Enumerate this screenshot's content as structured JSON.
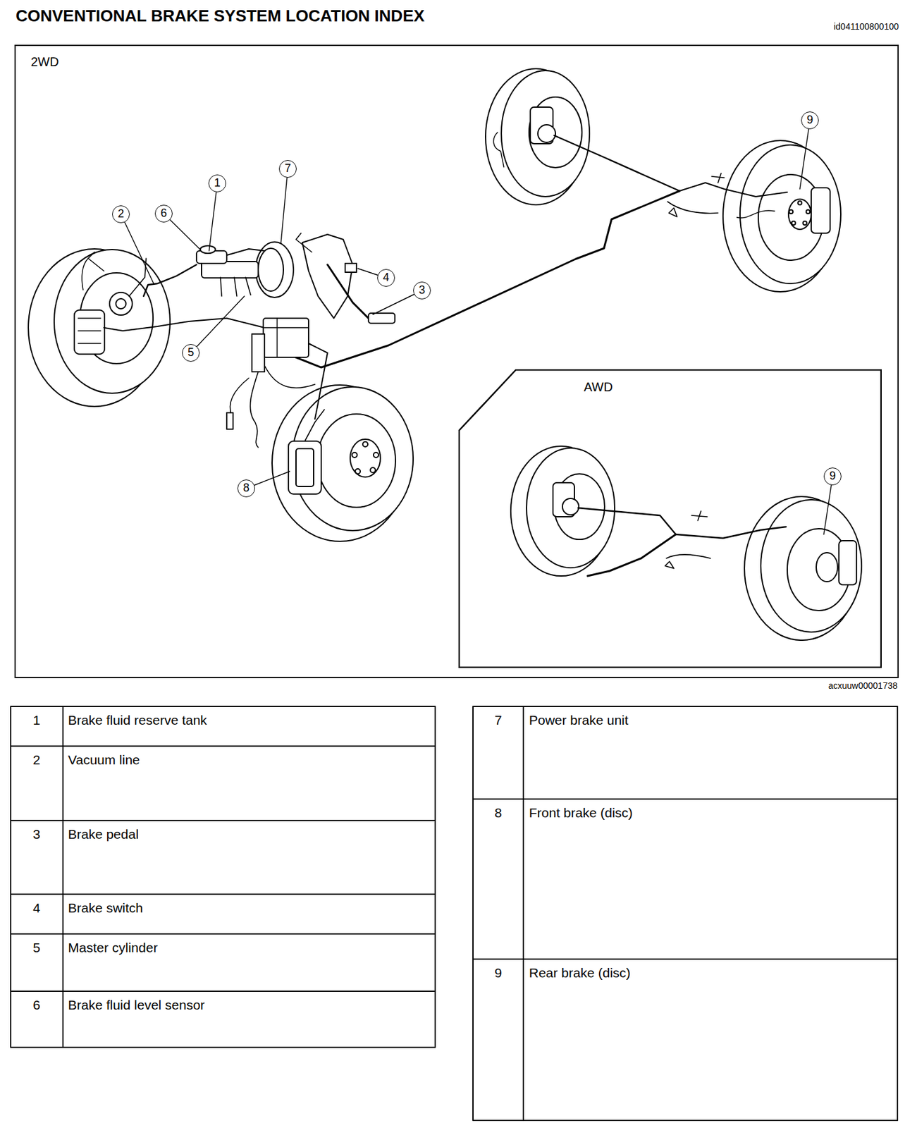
{
  "diagram": {
    "title": "CONVENTIONAL BRAKE SYSTEM LOCATION INDEX",
    "nodes": [
      {
        "text": [
          "2WD"
        ]
      },
      {
        "text": [
          "AWD"
        ],
        "in": 0
      }
    ],
    "labels": [
      "id041100800100",
      "9",
      "1",
      "7",
      "2",
      "6",
      "4",
      "3",
      "5",
      "8",
      "9",
      "acxuuw00001738",
      "1",
      "Brake fluid reserve tank",
      "2",
      "Vacuum line",
      "3",
      "Brake pedal",
      "4",
      "Brake switch",
      "5",
      "Master cylinder",
      "6",
      "Brake fluid level sensor",
      "7",
      "Power brake unit",
      "8",
      "Front brake (disc)",
      "9",
      "Rear brake (disc)"
    ]
  }
}
